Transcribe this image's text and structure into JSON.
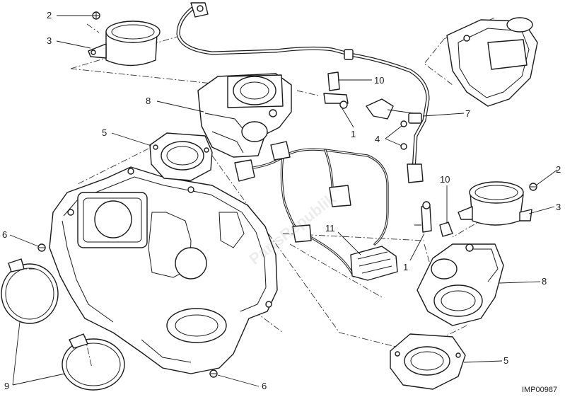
{
  "diagram": {
    "callouts": [
      {
        "id": "c2a",
        "label": "2"
      },
      {
        "id": "c3a",
        "label": "3"
      },
      {
        "id": "c8a",
        "label": "8"
      },
      {
        "id": "c5a",
        "label": "5"
      },
      {
        "id": "c10a",
        "label": "10"
      },
      {
        "id": "c1a",
        "label": "1"
      },
      {
        "id": "c7",
        "label": "7"
      },
      {
        "id": "c4",
        "label": "4"
      },
      {
        "id": "c2b",
        "label": "2"
      },
      {
        "id": "c10b",
        "label": "10"
      },
      {
        "id": "c3b",
        "label": "3"
      },
      {
        "id": "c11",
        "label": "11"
      },
      {
        "id": "c1b",
        "label": "1"
      },
      {
        "id": "c8b",
        "label": "8"
      },
      {
        "id": "c6a",
        "label": "6"
      },
      {
        "id": "c5b",
        "label": "5"
      },
      {
        "id": "c9",
        "label": "9"
      },
      {
        "id": "c6b",
        "label": "6"
      }
    ],
    "drawing_code": "IMP00987",
    "watermark": "PartsRepublik"
  }
}
